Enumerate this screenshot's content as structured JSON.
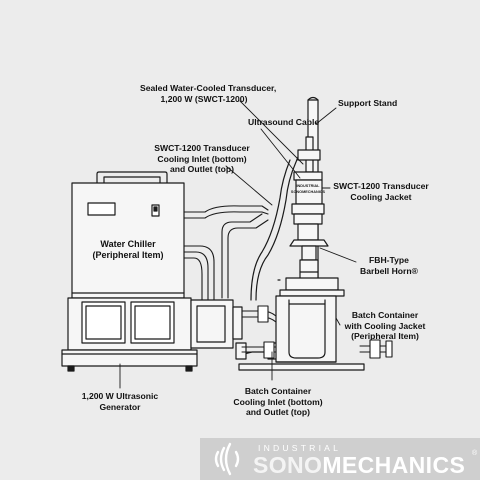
{
  "labels": {
    "sealed_transducer": [
      "Sealed Water-Cooled Transducer,",
      "1,200 W (SWCT-1200)"
    ],
    "support_stand": "Support Stand",
    "ultrasound_cable": "Ultrasound Cable",
    "cooling_inlet": [
      "SWCT-1200 Transducer",
      "Cooling Inlet (bottom)",
      "and Outlet (top)"
    ],
    "cooling_jacket": [
      "SWCT-1200 Transducer",
      "Cooling Jacket"
    ],
    "water_chiller": [
      "Water Chiller",
      "(Peripheral Item)"
    ],
    "barbell_horn": [
      "FBH-Type",
      "Barbell Horn®"
    ],
    "batch_container": [
      "Batch Container",
      "with Cooling Jacket",
      "(Peripheral Item)"
    ],
    "generator": [
      "1,200 W Ultrasonic",
      "Generator"
    ],
    "batch_inlet": [
      "Batch Container",
      "Cooling Inlet (bottom)",
      "and Outlet (top)"
    ],
    "transducer_plate": [
      "INDUSTRIAL",
      "SONOMECHANICS"
    ]
  },
  "brand": {
    "small": "INDUSTRIAL",
    "name_part1": "SONO",
    "name_part2": "MECHANICS",
    "mark": "®"
  },
  "colors": {
    "background": "#ececec",
    "line": "#1a1a1a",
    "brand_band": "#cfcfcf",
    "brand_text": "#ffffff"
  }
}
